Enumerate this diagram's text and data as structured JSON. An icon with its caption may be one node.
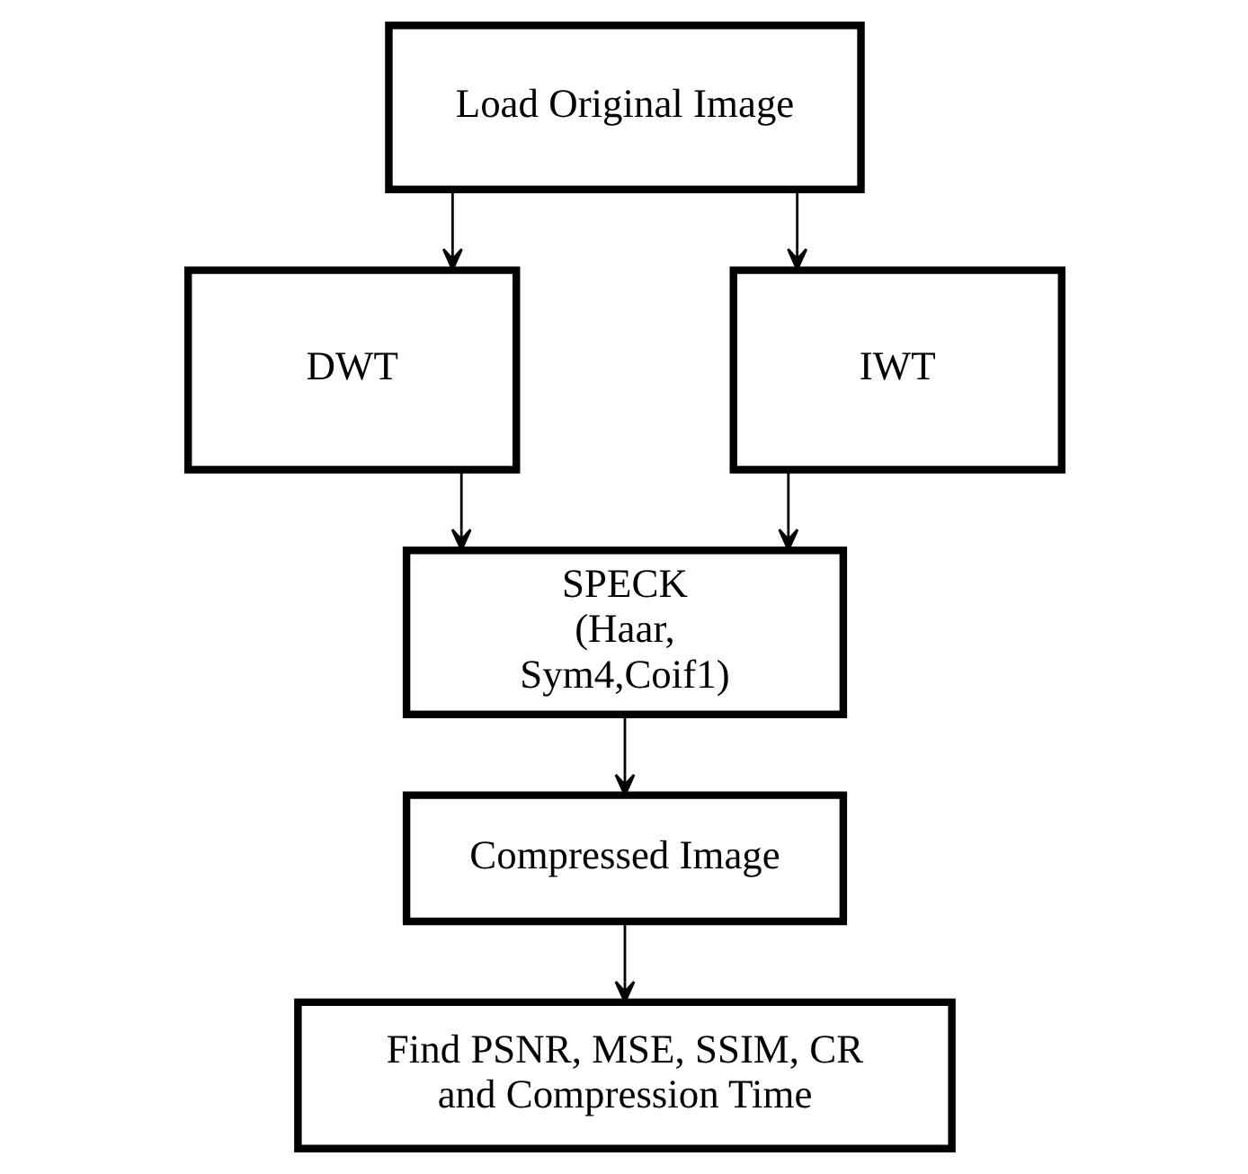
{
  "diagram": {
    "nodes": [
      {
        "text": [
          "Load Original Image"
        ]
      },
      {
        "text": [
          "DWT"
        ]
      },
      {
        "text": [
          "IWT"
        ]
      },
      {
        "text": [
          "SPECK (Haar, Sym4,Coif1)"
        ]
      },
      {
        "text": [
          "Compressed Image"
        ]
      },
      {
        "text": [
          "Find PSNR, MSE, SSIM, CR and Compression Time"
        ]
      }
    ],
    "edges": [
      {
        "from": 0,
        "to": 1,
        "arrow": "to"
      },
      {
        "from": 0,
        "to": 2,
        "arrow": "to"
      },
      {
        "from": 1,
        "to": 3,
        "arrow": "to"
      },
      {
        "from": 2,
        "to": 3,
        "arrow": "to"
      },
      {
        "from": 3,
        "to": 4,
        "arrow": "to"
      },
      {
        "from": 4,
        "to": 5,
        "arrow": "to"
      }
    ]
  }
}
